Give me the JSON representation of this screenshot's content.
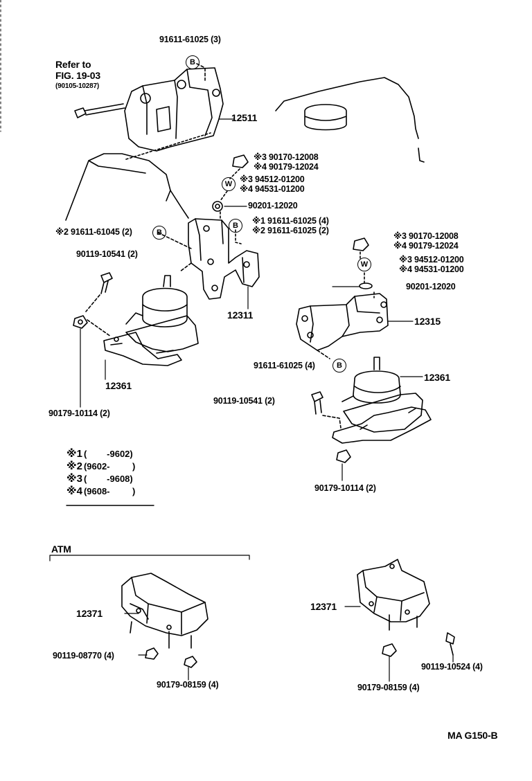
{
  "labels": {
    "b_top": "91611-61025 (3)",
    "refer1": "Refer to",
    "refer2": "FIG. 19-03",
    "refer3": "(90105-10287)",
    "p12511": "12511",
    "n3a": "※3 90170-12008",
    "n4a": "※4 90179-12024",
    "w3a": "※3 94512-01200",
    "w4a": "※4 94531-01200",
    "c_mid": "90201-12020",
    "b_left": "※2 91611-61045 (2)",
    "b_m1": "※1 91611-61025 (4)",
    "b_m2": "※2 91611-61025 (2)",
    "bolt_l": "90119-10541 (2)",
    "p12311": "12311",
    "n3b": "※3 90170-12008",
    "n4b": "※4 90179-12024",
    "w3b": "※3 94512-01200",
    "w4b": "※4 94531-01200",
    "c_r": "90201-12020",
    "p12315": "12315",
    "b_r": "91611-61025 (4)",
    "p12361r": "12361",
    "bolt_r": "90119-10541 (2)",
    "p12361l": "12361",
    "nut_l": "90179-10114 (2)",
    "nut_r": "90179-10114 (2)",
    "atm": "ATM",
    "p12371l": "12371",
    "p12371r": "12371",
    "b_atm_l": "90119-08770 (4)",
    "n_atm_l": "90179-08159 (4)",
    "n_atm_r": "90179-08159 (4)",
    "b_atm_r": "90119-10524 (4)",
    "code": "MA  G150-B",
    "sym_b": "B",
    "sym_w": "W"
  },
  "notes": [
    {
      "mark": "※1",
      "text": "(        -9602)"
    },
    {
      "mark": "※2",
      "text": "(9602-         )"
    },
    {
      "mark": "※3",
      "text": "(        -9608)"
    },
    {
      "mark": "※4",
      "text": "(9608-         )"
    }
  ]
}
